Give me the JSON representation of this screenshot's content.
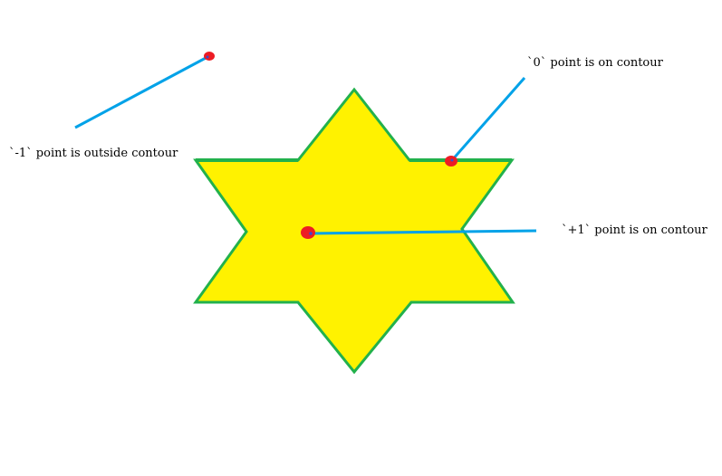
{
  "diagram": {
    "colors": {
      "background": "#ffffff",
      "star_fill": "#fff200",
      "star_outline": "#22b14c",
      "pointer_line": "#00a2e8",
      "point_fill": "#ed1c24",
      "point_center": "#3f48cc",
      "text": "#000000"
    },
    "labels": {
      "outside": "`-1` point is outside contour",
      "on_contour": "`0` point is on contour",
      "inside": "`+1` point is on contour"
    },
    "points": [
      {
        "id": "outside",
        "value": -1
      },
      {
        "id": "on_contour",
        "value": 0
      },
      {
        "id": "inside",
        "value": 1
      }
    ]
  }
}
